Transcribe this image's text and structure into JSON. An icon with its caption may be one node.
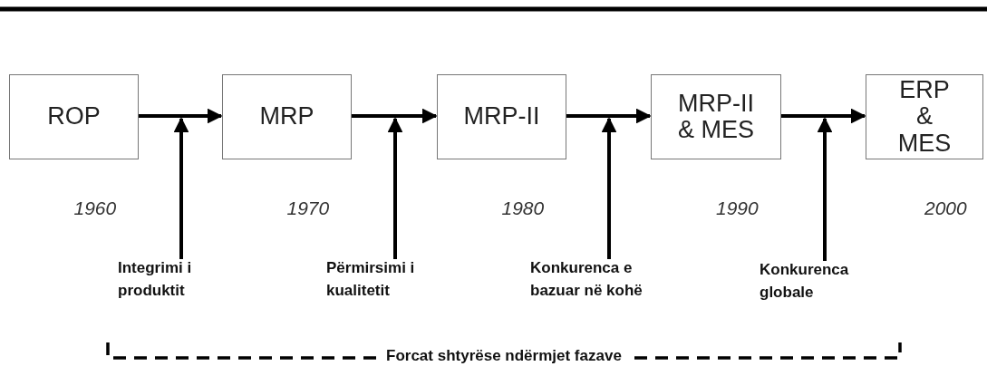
{
  "diagram": {
    "nodes": [
      {
        "text": [
          "ROP"
        ],
        "beside": [
          "1960"
        ]
      },
      {
        "text": [
          "MRP"
        ],
        "beside": [
          "1970"
        ]
      },
      {
        "text": [
          "MRP-II"
        ],
        "beside": [
          "1980"
        ]
      },
      {
        "text": [
          "MRP-II & MES"
        ],
        "beside": [
          "1990"
        ]
      },
      {
        "text": [
          "ERP & MES"
        ],
        "beside": [
          "2000"
        ]
      },
      {
        "text": [
          "Integrimi i produktit"
        ]
      },
      {
        "text": [
          "Përmirsimi i kualitetit"
        ]
      },
      {
        "text": [
          "Konkurenca e bazuar në kohë"
        ]
      },
      {
        "text": [
          "Konkurenca globale"
        ]
      }
    ],
    "edges": [
      {
        "from": 0,
        "to": 1,
        "arrow": "to"
      },
      {
        "from": 1,
        "to": 2,
        "arrow": "to"
      },
      {
        "from": 2,
        "to": 3,
        "arrow": "to"
      },
      {
        "from": 3,
        "to": 4,
        "arrow": "to"
      },
      {
        "from": 5,
        "to": null,
        "arrow": "to"
      },
      {
        "from": 6,
        "to": null,
        "arrow": "to"
      },
      {
        "from": 7,
        "to": null,
        "arrow": "to"
      },
      {
        "from": 8,
        "to": null,
        "arrow": "to"
      }
    ],
    "labels": [
      "Forcat shtyrëse ndërmjet fazave"
    ]
  }
}
